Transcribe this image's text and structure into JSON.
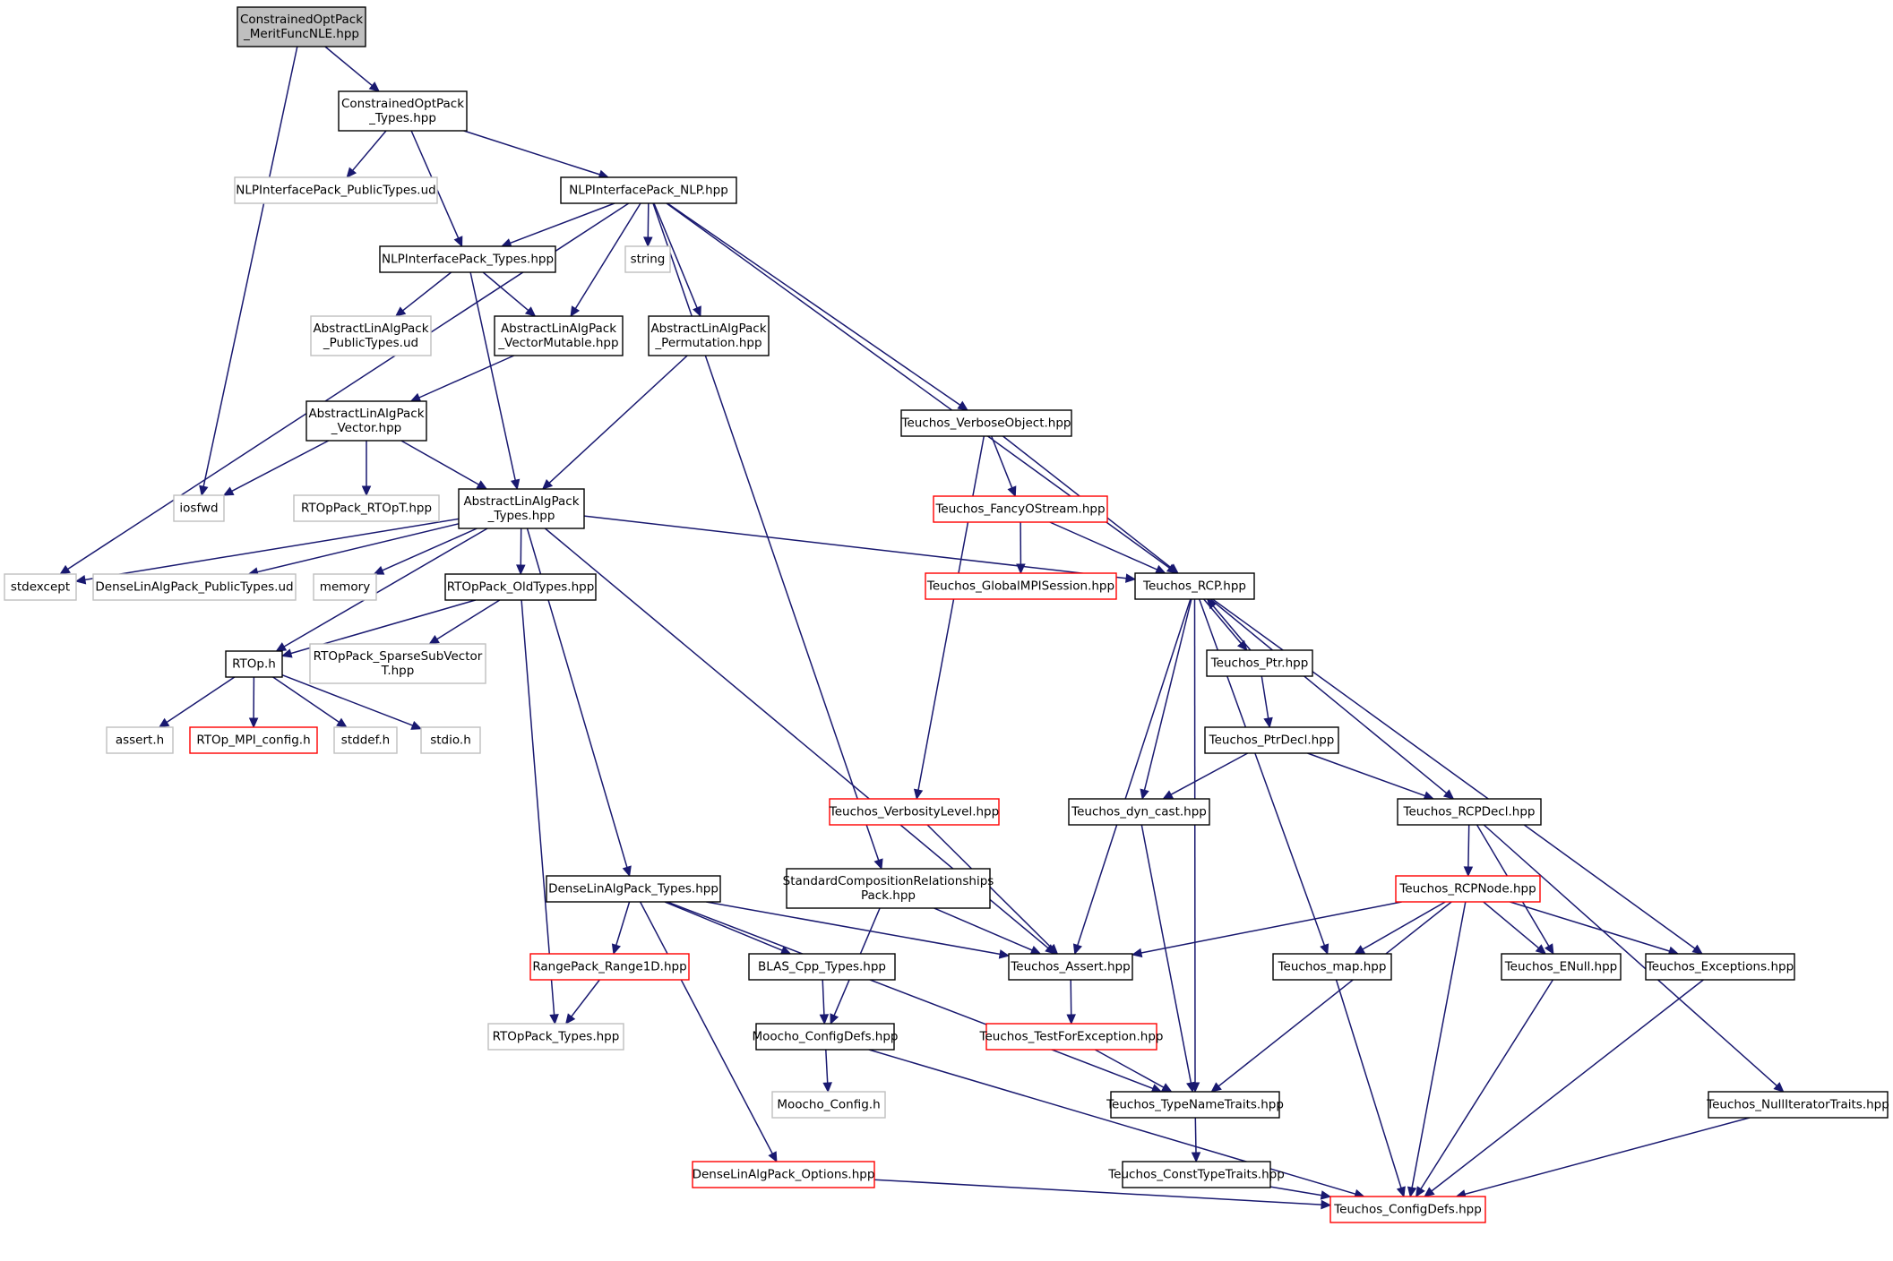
{
  "diagram": {
    "colors": {
      "normal": "#000000",
      "external": "#bfbfbf",
      "incomplete": "#ff0000",
      "root_fill": "#bfbfbf",
      "edge": "#191970",
      "background": "#ffffff"
    },
    "nodes": [
      {
        "id": "root",
        "lines": [
          "ConstrainedOptPack",
          "_MeritFuncNLE.hpp"
        ],
        "kind": "root"
      },
      {
        "id": "cop_types",
        "lines": [
          "ConstrainedOptPack",
          "_Types.hpp"
        ],
        "kind": "normal"
      },
      {
        "id": "nlp_public_ud",
        "lines": [
          "NLPInterfacePack_PublicTypes.ud"
        ],
        "kind": "external"
      },
      {
        "id": "nlp_nlp",
        "lines": [
          "NLPInterfacePack_NLP.hpp"
        ],
        "kind": "normal"
      },
      {
        "id": "nlp_types",
        "lines": [
          "NLPInterfacePack_Types.hpp"
        ],
        "kind": "normal"
      },
      {
        "id": "string",
        "lines": [
          "string"
        ],
        "kind": "external"
      },
      {
        "id": "ala_public_ud",
        "lines": [
          "AbstractLinAlgPack",
          "_PublicTypes.ud"
        ],
        "kind": "external"
      },
      {
        "id": "ala_vecmut",
        "lines": [
          "AbstractLinAlgPack",
          "_VectorMutable.hpp"
        ],
        "kind": "normal"
      },
      {
        "id": "ala_perm",
        "lines": [
          "AbstractLinAlgPack",
          "_Permutation.hpp"
        ],
        "kind": "normal"
      },
      {
        "id": "ala_vector",
        "lines": [
          "AbstractLinAlgPack",
          "_Vector.hpp"
        ],
        "kind": "normal"
      },
      {
        "id": "iosfwd",
        "lines": [
          "iosfwd"
        ],
        "kind": "external"
      },
      {
        "id": "rtop_rtopt",
        "lines": [
          "RTOpPack_RTOpT.hpp"
        ],
        "kind": "external"
      },
      {
        "id": "ala_types",
        "lines": [
          "AbstractLinAlgPack",
          "_Types.hpp"
        ],
        "kind": "normal"
      },
      {
        "id": "stdexcept",
        "lines": [
          "stdexcept"
        ],
        "kind": "external"
      },
      {
        "id": "dla_public_ud",
        "lines": [
          "DenseLinAlgPack_PublicTypes.ud"
        ],
        "kind": "external"
      },
      {
        "id": "memory",
        "lines": [
          "memory"
        ],
        "kind": "external"
      },
      {
        "id": "rtop_oldtypes",
        "lines": [
          "RTOpPack_OldTypes.hpp"
        ],
        "kind": "normal"
      },
      {
        "id": "rtop_h",
        "lines": [
          "RTOp.h"
        ],
        "kind": "normal"
      },
      {
        "id": "rtop_sparse",
        "lines": [
          "RTOpPack_SparseSubVector",
          "T.hpp"
        ],
        "kind": "external"
      },
      {
        "id": "assert_h",
        "lines": [
          "assert.h"
        ],
        "kind": "external"
      },
      {
        "id": "rtop_mpi",
        "lines": [
          "RTOp_MPI_config.h"
        ],
        "kind": "incomplete"
      },
      {
        "id": "stddef_h",
        "lines": [
          "stddef.h"
        ],
        "kind": "external"
      },
      {
        "id": "stdio_h",
        "lines": [
          "stdio.h"
        ],
        "kind": "external"
      },
      {
        "id": "verbose_obj",
        "lines": [
          "Teuchos_VerboseObject.hpp"
        ],
        "kind": "normal"
      },
      {
        "id": "fancy_os",
        "lines": [
          "Teuchos_FancyOStream.hpp"
        ],
        "kind": "incomplete"
      },
      {
        "id": "global_mpi",
        "lines": [
          "Teuchos_GlobalMPISession.hpp"
        ],
        "kind": "incomplete"
      },
      {
        "id": "rcp",
        "lines": [
          "Teuchos_RCP.hpp"
        ],
        "kind": "normal"
      },
      {
        "id": "ptr",
        "lines": [
          "Teuchos_Ptr.hpp"
        ],
        "kind": "normal"
      },
      {
        "id": "ptrdecl",
        "lines": [
          "Teuchos_PtrDecl.hpp"
        ],
        "kind": "normal"
      },
      {
        "id": "verbosity",
        "lines": [
          "Teuchos_VerbosityLevel.hpp"
        ],
        "kind": "incomplete"
      },
      {
        "id": "dyn_cast",
        "lines": [
          "Teuchos_dyn_cast.hpp"
        ],
        "kind": "normal"
      },
      {
        "id": "rcpdecl",
        "lines": [
          "Teuchos_RCPDecl.hpp"
        ],
        "kind": "normal"
      },
      {
        "id": "dla_types",
        "lines": [
          "DenseLinAlgPack_Types.hpp"
        ],
        "kind": "normal"
      },
      {
        "id": "std_comp",
        "lines": [
          "StandardCompositionRelationships",
          "Pack.hpp"
        ],
        "kind": "normal"
      },
      {
        "id": "rcpnode",
        "lines": [
          "Teuchos_RCPNode.hpp"
        ],
        "kind": "incomplete"
      },
      {
        "id": "range1d",
        "lines": [
          "RangePack_Range1D.hpp"
        ],
        "kind": "incomplete"
      },
      {
        "id": "blas_cpp",
        "lines": [
          "BLAS_Cpp_Types.hpp"
        ],
        "kind": "normal"
      },
      {
        "id": "teuchos_assert",
        "lines": [
          "Teuchos_Assert.hpp"
        ],
        "kind": "normal"
      },
      {
        "id": "teuchos_map",
        "lines": [
          "Teuchos_map.hpp"
        ],
        "kind": "normal"
      },
      {
        "id": "enull",
        "lines": [
          "Teuchos_ENull.hpp"
        ],
        "kind": "normal"
      },
      {
        "id": "exceptions",
        "lines": [
          "Teuchos_Exceptions.hpp"
        ],
        "kind": "normal"
      },
      {
        "id": "rtop_types",
        "lines": [
          "RTOpPack_Types.hpp"
        ],
        "kind": "external"
      },
      {
        "id": "moocho_configdefs",
        "lines": [
          "Moocho_ConfigDefs.hpp"
        ],
        "kind": "normal"
      },
      {
        "id": "test_exc",
        "lines": [
          "Teuchos_TestForException.hpp"
        ],
        "kind": "incomplete"
      },
      {
        "id": "moocho_config",
        "lines": [
          "Moocho_Config.h"
        ],
        "kind": "external"
      },
      {
        "id": "typename",
        "lines": [
          "Teuchos_TypeNameTraits.hpp"
        ],
        "kind": "normal"
      },
      {
        "id": "nulliter",
        "lines": [
          "Teuchos_NullIteratorTraits.hpp"
        ],
        "kind": "normal"
      },
      {
        "id": "dla_options",
        "lines": [
          "DenseLinAlgPack_Options.hpp"
        ],
        "kind": "incomplete"
      },
      {
        "id": "consttype",
        "lines": [
          "Teuchos_ConstTypeTraits.hpp"
        ],
        "kind": "normal"
      },
      {
        "id": "configdefs",
        "lines": [
          "Teuchos_ConfigDefs.hpp"
        ],
        "kind": "incomplete"
      }
    ],
    "edges": [
      [
        "root",
        "cop_types"
      ],
      [
        "root",
        "iosfwd"
      ],
      [
        "cop_types",
        "nlp_public_ud"
      ],
      [
        "cop_types",
        "nlp_nlp"
      ],
      [
        "cop_types",
        "nlp_types"
      ],
      [
        "nlp_nlp",
        "nlp_types"
      ],
      [
        "nlp_nlp",
        "string"
      ],
      [
        "nlp_nlp",
        "ala_vecmut"
      ],
      [
        "nlp_nlp",
        "ala_perm"
      ],
      [
        "nlp_nlp",
        "stdexcept"
      ],
      [
        "nlp_nlp",
        "verbose_obj"
      ],
      [
        "nlp_nlp",
        "rcp"
      ],
      [
        "nlp_nlp",
        "std_comp"
      ],
      [
        "nlp_types",
        "ala_public_ud"
      ],
      [
        "nlp_types",
        "ala_vecmut"
      ],
      [
        "nlp_types",
        "ala_types"
      ],
      [
        "ala_vecmut",
        "ala_vector"
      ],
      [
        "ala_perm",
        "ala_types"
      ],
      [
        "ala_vector",
        "iosfwd"
      ],
      [
        "ala_vector",
        "rtop_rtopt"
      ],
      [
        "ala_vector",
        "ala_types"
      ],
      [
        "ala_types",
        "stdexcept"
      ],
      [
        "ala_types",
        "dla_public_ud"
      ],
      [
        "ala_types",
        "memory"
      ],
      [
        "ala_types",
        "rtop_oldtypes"
      ],
      [
        "ala_types",
        "rtop_h"
      ],
      [
        "ala_types",
        "dla_types"
      ],
      [
        "ala_types",
        "teuchos_assert"
      ],
      [
        "ala_types",
        "rcp"
      ],
      [
        "rtop_oldtypes",
        "rtop_h"
      ],
      [
        "rtop_oldtypes",
        "rtop_sparse"
      ],
      [
        "rtop_oldtypes",
        "rtop_types"
      ],
      [
        "rtop_h",
        "assert_h"
      ],
      [
        "rtop_h",
        "rtop_mpi"
      ],
      [
        "rtop_h",
        "stddef_h"
      ],
      [
        "rtop_h",
        "stdio_h"
      ],
      [
        "verbose_obj",
        "fancy_os"
      ],
      [
        "verbose_obj",
        "rcp"
      ],
      [
        "verbose_obj",
        "verbosity"
      ],
      [
        "fancy_os",
        "global_mpi"
      ],
      [
        "fancy_os",
        "rcp"
      ],
      [
        "rcp",
        "ptr"
      ],
      [
        "ptr",
        "rcp"
      ],
      [
        "rcp",
        "dyn_cast"
      ],
      [
        "rcp",
        "rcpdecl"
      ],
      [
        "rcp",
        "teuchos_assert"
      ],
      [
        "rcp",
        "teuchos_map"
      ],
      [
        "rcp",
        "typename"
      ],
      [
        "rcp",
        "exceptions"
      ],
      [
        "ptr",
        "ptrdecl"
      ],
      [
        "ptrdecl",
        "dyn_cast"
      ],
      [
        "ptrdecl",
        "rcpdecl"
      ],
      [
        "verbosity",
        "teuchos_assert"
      ],
      [
        "dyn_cast",
        "typename"
      ],
      [
        "rcpdecl",
        "rcpnode"
      ],
      [
        "rcpdecl",
        "enull"
      ],
      [
        "rcpdecl",
        "nulliter"
      ],
      [
        "dla_types",
        "range1d"
      ],
      [
        "dla_types",
        "blas_cpp"
      ],
      [
        "dla_types",
        "teuchos_assert"
      ],
      [
        "dla_types",
        "typename"
      ],
      [
        "dla_types",
        "dla_options"
      ],
      [
        "std_comp",
        "teuchos_assert"
      ],
      [
        "std_comp",
        "moocho_configdefs"
      ],
      [
        "rcpnode",
        "teuchos_assert"
      ],
      [
        "rcpnode",
        "teuchos_map"
      ],
      [
        "rcpnode",
        "enull"
      ],
      [
        "rcpnode",
        "exceptions"
      ],
      [
        "rcpnode",
        "typename"
      ],
      [
        "rcpnode",
        "configdefs"
      ],
      [
        "range1d",
        "rtop_types"
      ],
      [
        "blas_cpp",
        "moocho_configdefs"
      ],
      [
        "teuchos_assert",
        "test_exc"
      ],
      [
        "teuchos_map",
        "configdefs"
      ],
      [
        "enull",
        "configdefs"
      ],
      [
        "exceptions",
        "configdefs"
      ],
      [
        "moocho_configdefs",
        "moocho_config"
      ],
      [
        "moocho_configdefs",
        "configdefs"
      ],
      [
        "test_exc",
        "typename"
      ],
      [
        "typename",
        "consttype"
      ],
      [
        "consttype",
        "configdefs"
      ],
      [
        "nulliter",
        "configdefs"
      ],
      [
        "dla_options",
        "configdefs"
      ]
    ]
  }
}
